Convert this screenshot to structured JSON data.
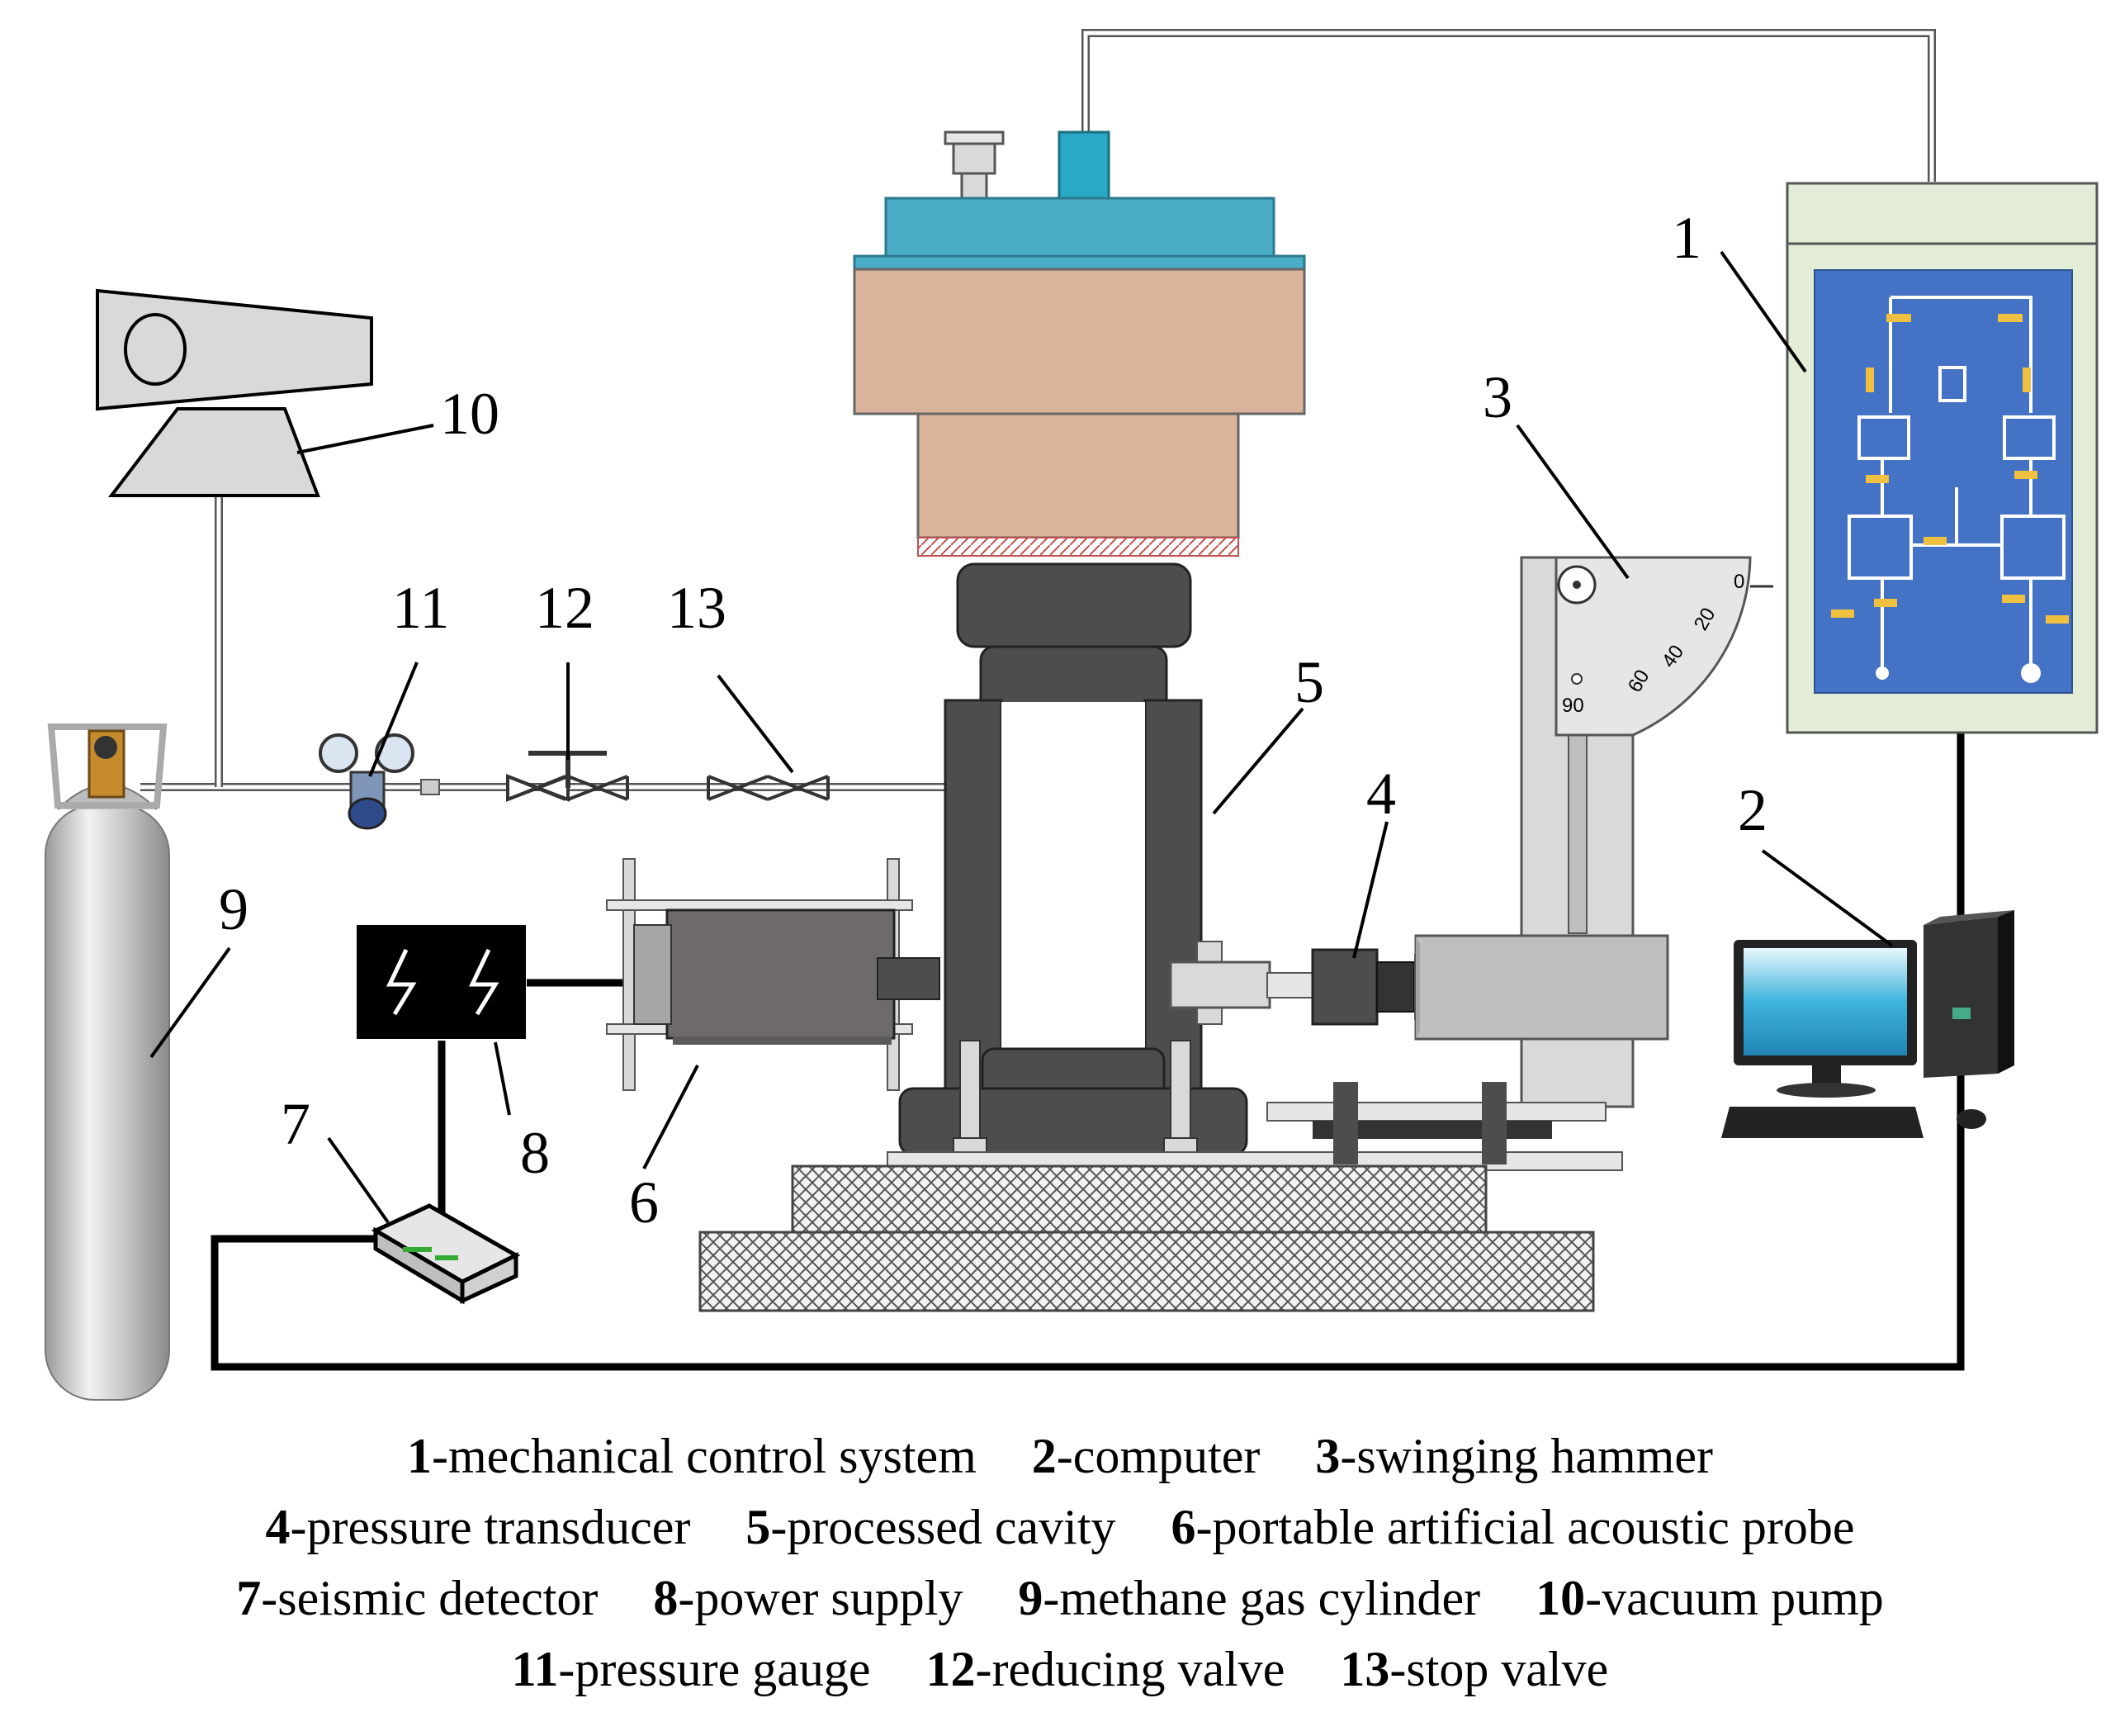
{
  "callouts": {
    "c1": "1",
    "c2": "2",
    "c3": "3",
    "c4": "4",
    "c5": "5",
    "c6": "6",
    "c7": "7",
    "c8": "8",
    "c9": "9",
    "c10": "10",
    "c11": "11",
    "c12": "12",
    "c13": "13"
  },
  "dial_ticks": [
    "0",
    "20",
    "40",
    "60",
    "90"
  ],
  "legend": [
    [
      {
        "num": "1",
        "text": "-mechanical control system"
      },
      {
        "num": "2",
        "text": "-computer"
      },
      {
        "num": "3",
        "text": "-swinging hammer"
      }
    ],
    [
      {
        "num": "4",
        "text": "-pressure transducer"
      },
      {
        "num": "5",
        "text": "-processed cavity"
      },
      {
        "num": "6",
        "text": "-portable artificial acoustic probe"
      }
    ],
    [
      {
        "num": "7",
        "text": "-seismic detector"
      },
      {
        "num": "8",
        "text": "-power supply"
      },
      {
        "num": "9",
        "text": "-methane gas cylinder"
      },
      {
        "num": "10",
        "text": "-vacuum pump"
      }
    ],
    [
      {
        "num": "11",
        "text": "-pressure gauge"
      },
      {
        "num": "12",
        "text": "-reducing valve"
      },
      {
        "num": "13",
        "text": "-stop valve"
      }
    ]
  ],
  "colors": {
    "steel_blue": "#4bacc6",
    "tan": "#d9b39a",
    "dark_gray": "#4d4d4d",
    "light_gray": "#d9d9d9",
    "panel_green": "#e2ecd6",
    "board_blue": "#4472c4",
    "screen_blue": "#2aa9d6"
  }
}
